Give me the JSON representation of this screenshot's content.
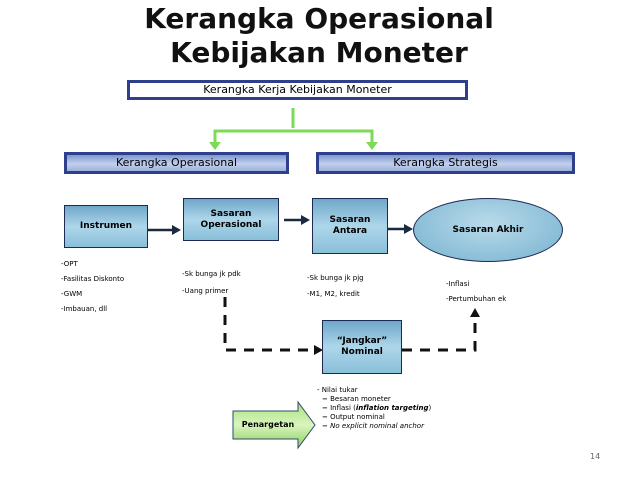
{
  "title": "Kerangka Operasional Kebijakan Moneter",
  "top_box": "Kerangka Kerja Kebijakan Moneter",
  "left_header": "Kerangka Operasional",
  "right_header": "Kerangka Strategis",
  "nodes": {
    "instrumen": "Instrumen",
    "sasaran_operasional": "Sasaran Operasional",
    "sasaran_antara": "Sasaran Antara",
    "sasaran_akhir": "Sasaran Akhir",
    "jangkar_nominal": "“Jangkar” Nominal",
    "penargetan": "Penargetan"
  },
  "instrumen_items": [
    "-OPT",
    "-Fasilitas Diskonto",
    "-GWM",
    "-Imbauan, dll"
  ],
  "operasional_items": [
    "-Sk bunga jk pdk",
    "-Uang primer"
  ],
  "antara_items": [
    "-Sk bunga jk pjg",
    "-M1, M2, kredit"
  ],
  "akhir_items": [
    "-Inflasi",
    "-Pertumbuhan ek"
  ],
  "jangkar_items": {
    "nilai_tukar": "- Nilai tukar",
    "besaran": "Besaran moneter",
    "inflasi_prefix": "Inflasi (",
    "inflasi_em": "inflation targeting",
    "inflasi_suffix": ")",
    "output": "Output nominal",
    "no_anchor": "No explicit nominal anchor"
  },
  "page_number": "14",
  "colors": {
    "border_blue": "#2e3f8c",
    "connector_green": "#7ed957",
    "node_fill": "#aed6ea",
    "arrow_dark": "#1a2a40"
  }
}
